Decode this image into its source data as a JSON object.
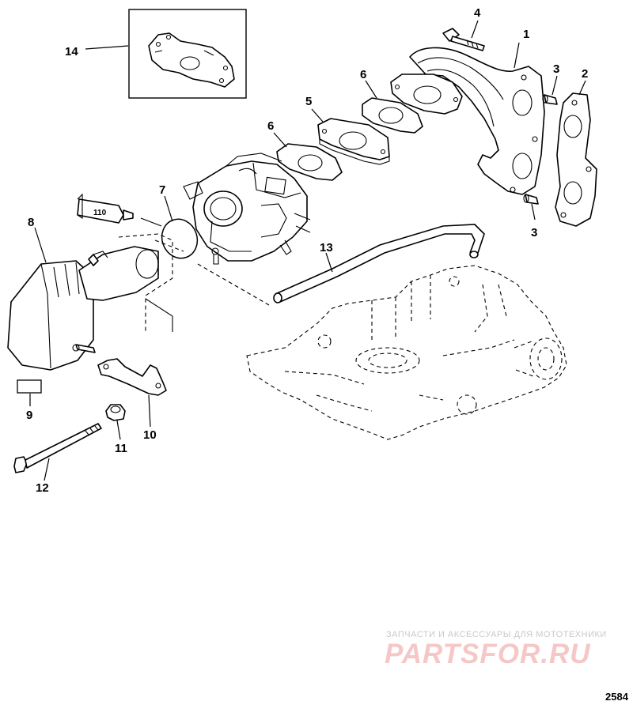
{
  "callouts": {
    "c1": "1",
    "c2": "2",
    "c3a": "3",
    "c3b": "3",
    "c4": "4",
    "c5": "5",
    "c6a": "6",
    "c6b": "6",
    "c7": "7",
    "c8": "8",
    "c9": "9",
    "c10": "10",
    "c11": "11",
    "c12": "12",
    "c13": "13",
    "c14": "14"
  },
  "sealant_tube_label": "110",
  "watermark": {
    "tagline": "ЗАПЧАСТИ И АКСЕССУАРЫ ДЛЯ МОТОТЕХНИКИ",
    "logo": "PARTSFOR.RU"
  },
  "figure_number": "2584",
  "colors": {
    "line": "#000000",
    "watermark_text": "#c9c9c9",
    "watermark_logo": "#f6c7c7"
  }
}
